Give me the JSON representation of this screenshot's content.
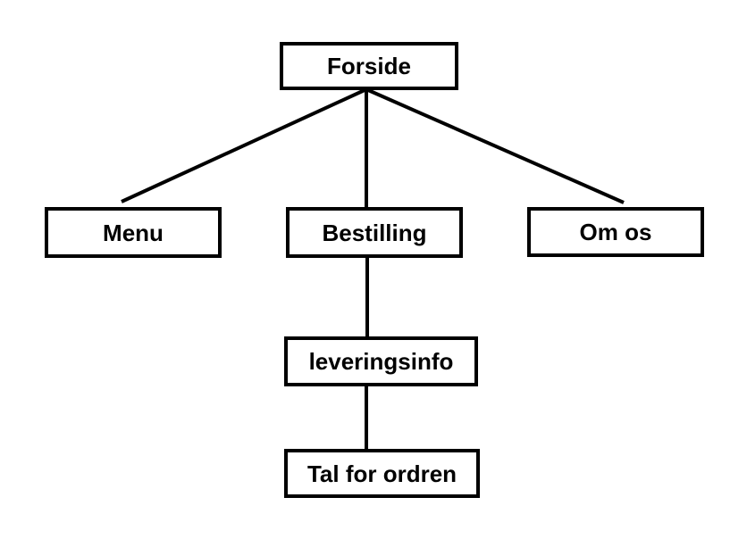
{
  "diagram": {
    "type": "sitemap-tree",
    "nodes": [
      {
        "id": "forside",
        "label": "Forside",
        "level": 1
      },
      {
        "id": "menu",
        "label": "Menu",
        "level": 2
      },
      {
        "id": "bestilling",
        "label": "Bestilling",
        "level": 2
      },
      {
        "id": "om-os",
        "label": "Om os",
        "level": 2
      },
      {
        "id": "leveringsinfo",
        "label": "leveringsinfo",
        "level": 3
      },
      {
        "id": "tal-for-ordren",
        "label": "Tal for ordren",
        "level": 4
      }
    ],
    "edges": [
      {
        "from": "forside",
        "to": "menu"
      },
      {
        "from": "forside",
        "to": "bestilling"
      },
      {
        "from": "forside",
        "to": "om-os"
      },
      {
        "from": "bestilling",
        "to": "leveringsinfo"
      },
      {
        "from": "leveringsinfo",
        "to": "tal-for-ordren"
      }
    ],
    "colors": {
      "background": "#ffffff",
      "box_border": "#000000",
      "line": "#000000",
      "text": "#000000"
    }
  }
}
